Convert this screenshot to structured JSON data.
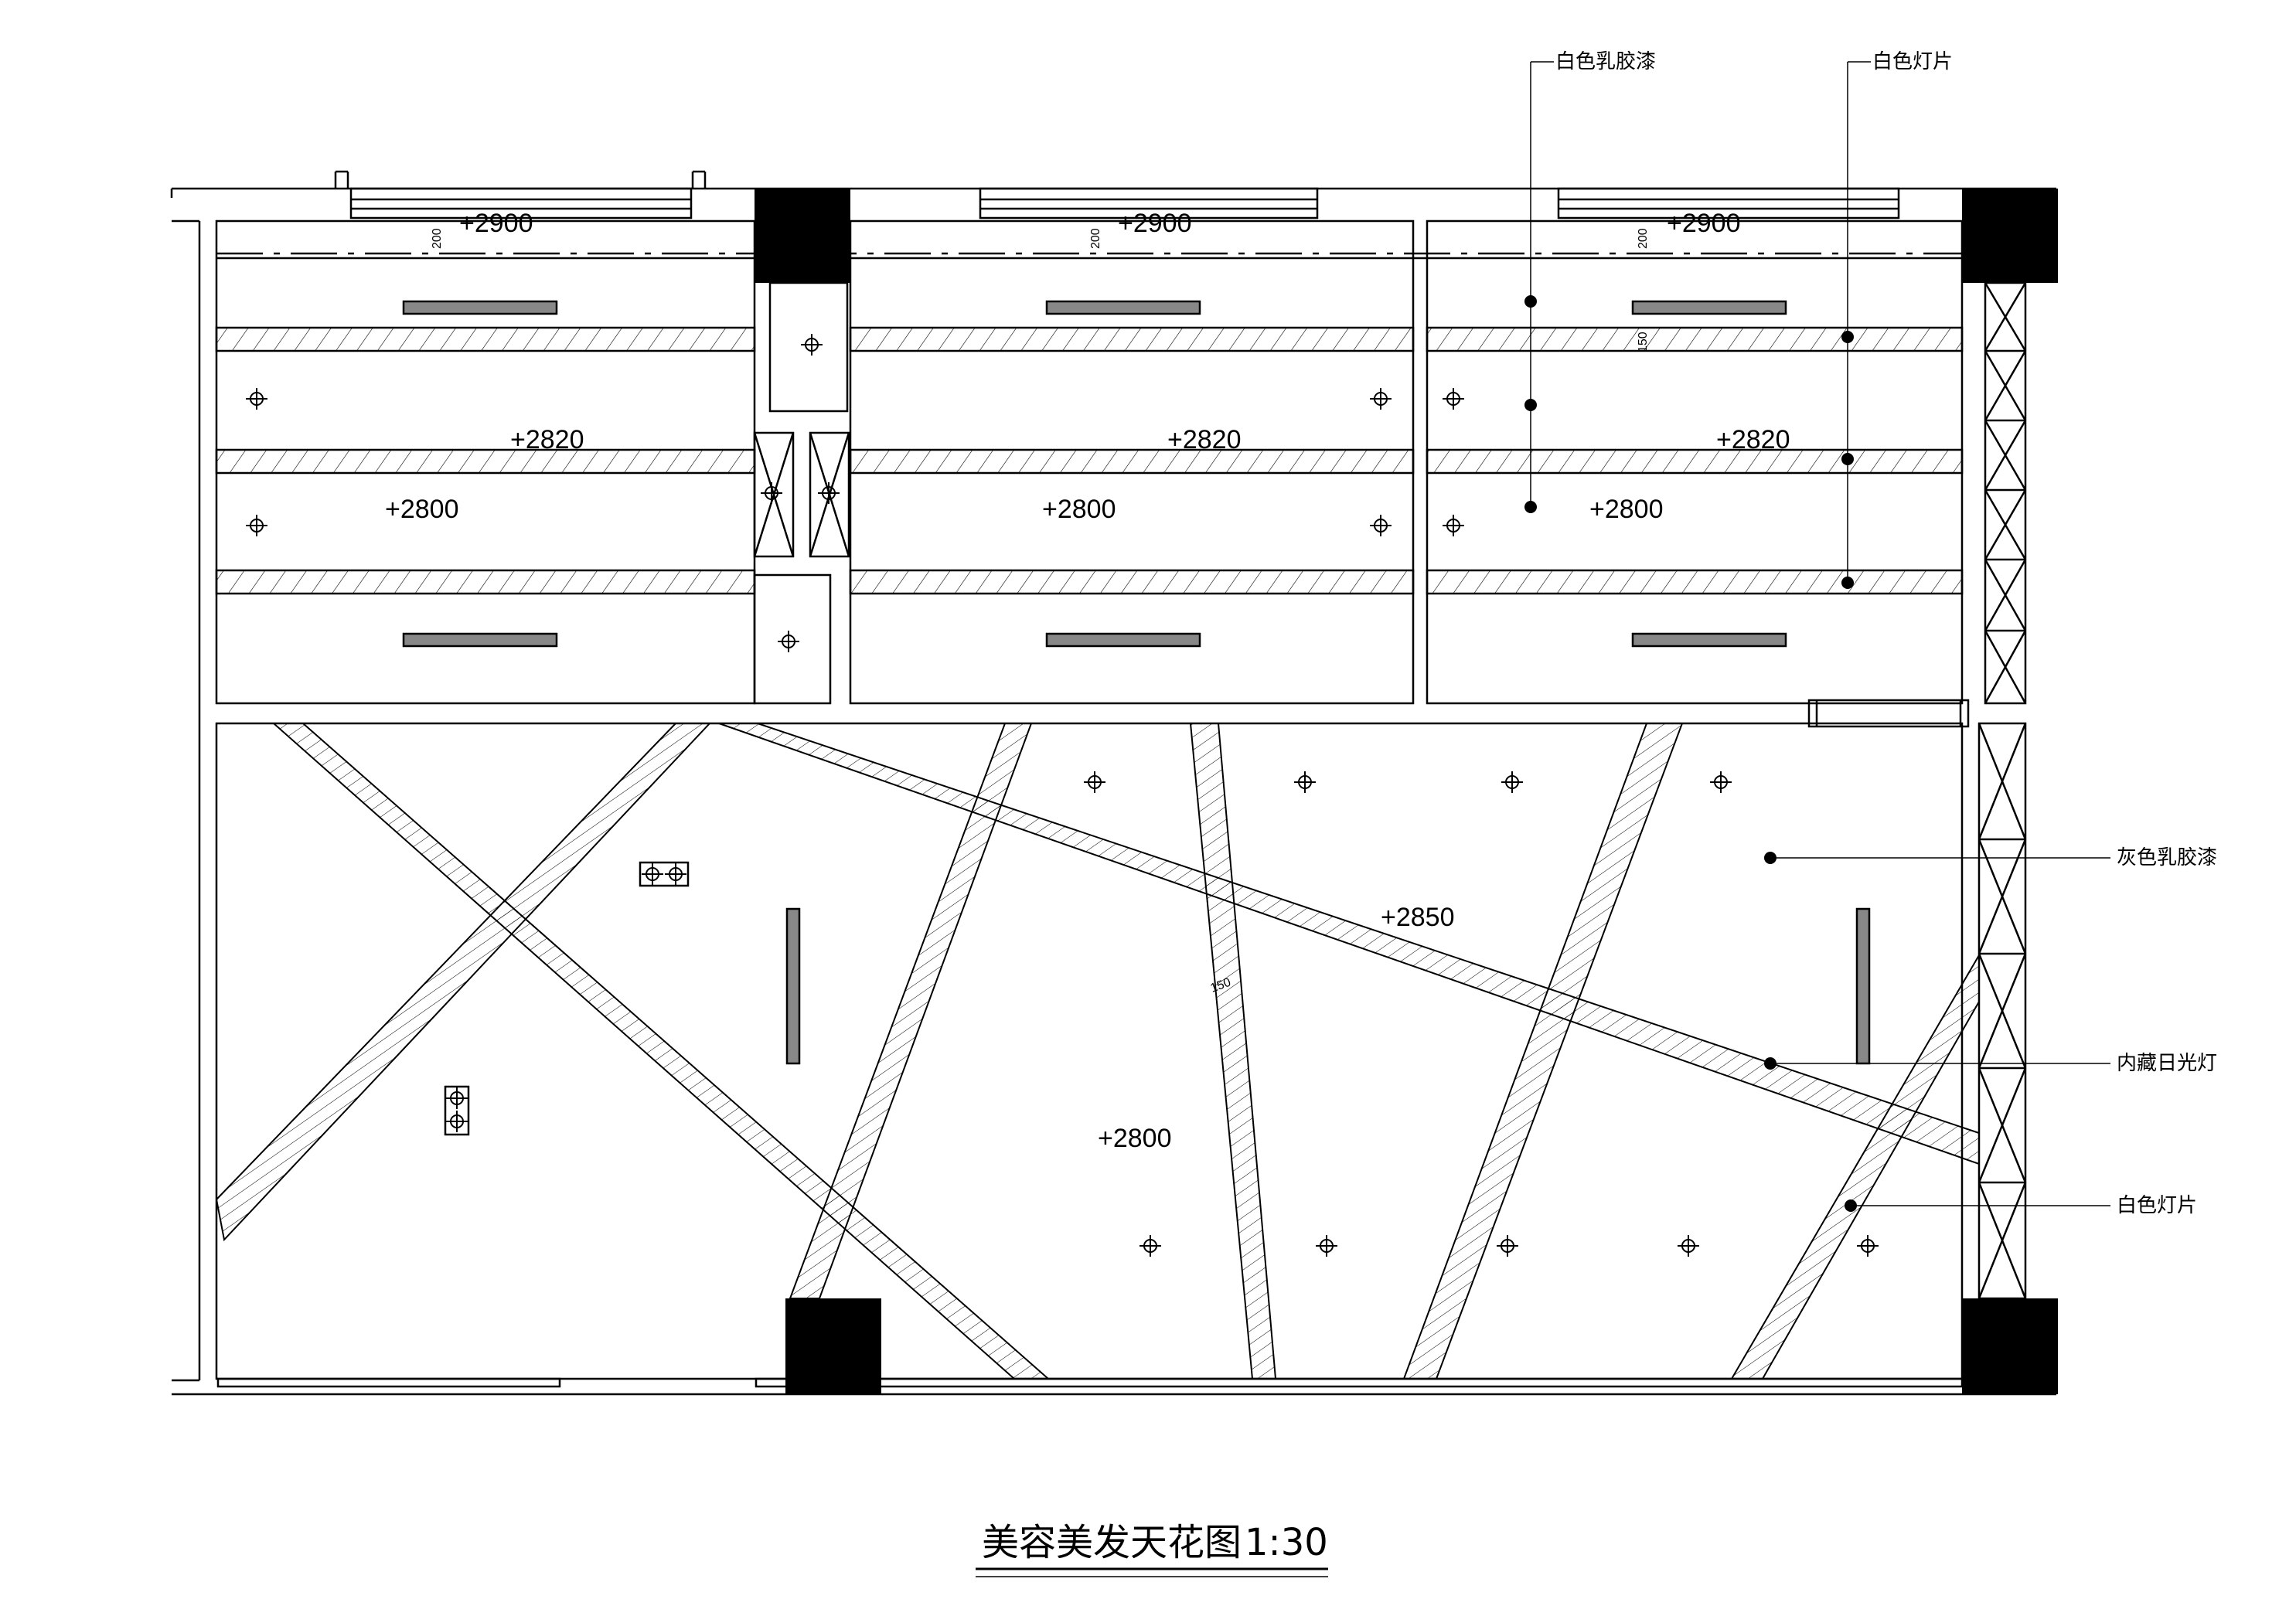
{
  "title": {
    "text": "美容美发天花图",
    "scale": "1:30"
  },
  "callouts": {
    "white_latex_paint_top": "白色乳胶漆",
    "white_light_sheet_top": "白色灯片",
    "grey_latex_paint": "灰色乳胶漆",
    "hidden_fluorescent": "内藏日光灯",
    "white_light_sheet_side": "白色灯片"
  },
  "levels": {
    "top_2900": "+2900",
    "band_2820": "+2820",
    "room_2800": "+2800",
    "beam_2850": "+2850",
    "lower_2800": "+2800"
  },
  "dimensions": {
    "soffit_200": "200",
    "band_150": "150",
    "beam_150": "150"
  }
}
